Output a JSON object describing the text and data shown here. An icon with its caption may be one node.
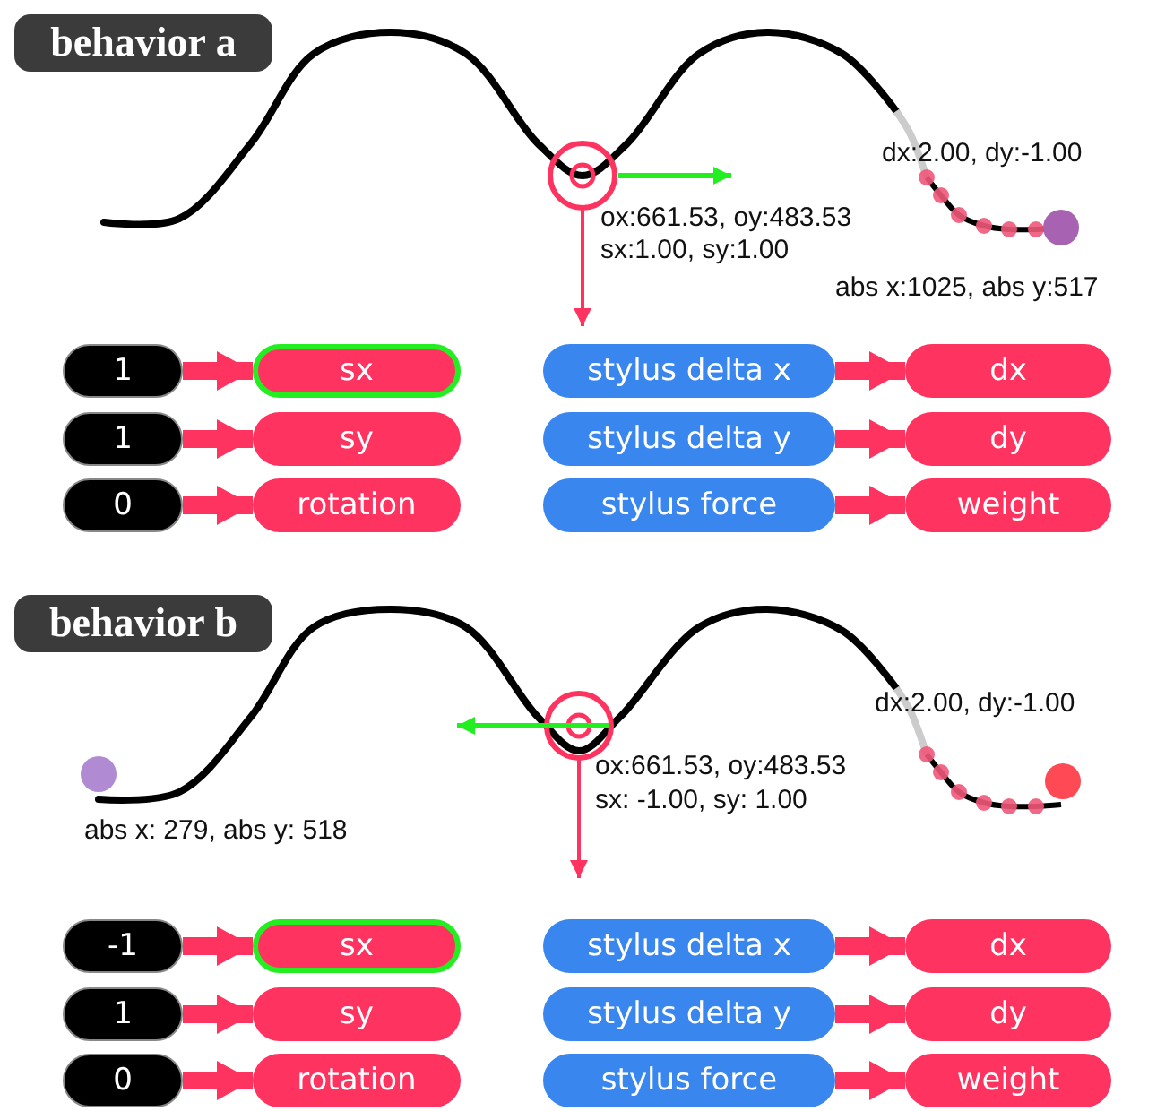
{
  "diagram": {
    "nodes": [
      {
        "text": [
          "behavior a"
        ]
      },
      {
        "text": [
          "1"
        ]
      },
      {
        "text": [
          "sx"
        ]
      },
      {
        "text": [
          "stylus delta x"
        ]
      },
      {
        "text": [
          "dx"
        ]
      },
      {
        "text": [
          "1"
        ]
      },
      {
        "text": [
          "sy"
        ]
      },
      {
        "text": [
          "stylus delta y"
        ]
      },
      {
        "text": [
          "dy"
        ]
      },
      {
        "text": [
          "0"
        ]
      },
      {
        "text": [
          "rotation"
        ]
      },
      {
        "text": [
          "stylus force"
        ]
      },
      {
        "text": [
          "weight"
        ]
      },
      {
        "text": [
          "behavior b"
        ]
      },
      {
        "text": [
          "-1"
        ]
      },
      {
        "text": [
          "sx"
        ]
      },
      {
        "text": [
          "stylus delta x"
        ]
      },
      {
        "text": [
          "dx"
        ]
      },
      {
        "text": [
          "1"
        ]
      },
      {
        "text": [
          "sy"
        ]
      },
      {
        "text": [
          "stylus delta y"
        ]
      },
      {
        "text": [
          "dy"
        ]
      },
      {
        "text": [
          "0"
        ]
      },
      {
        "text": [
          "rotation"
        ]
      },
      {
        "text": [
          "stylus force"
        ]
      },
      {
        "text": [
          "weight"
        ]
      }
    ],
    "edges": [
      {
        "from": 1,
        "to": 2,
        "arrow": "to"
      },
      {
        "from": 3,
        "to": 4,
        "arrow": "to"
      },
      {
        "from": 5,
        "to": 6,
        "arrow": "to"
      },
      {
        "from": 7,
        "to": 8,
        "arrow": "to"
      },
      {
        "from": 9,
        "to": 10,
        "arrow": "to"
      },
      {
        "from": 11,
        "to": 12,
        "arrow": "to"
      },
      {
        "from": 14,
        "to": 15,
        "arrow": "to"
      },
      {
        "from": 16,
        "to": 17,
        "arrow": "to"
      },
      {
        "from": 18,
        "to": 19,
        "arrow": "to"
      },
      {
        "from": 20,
        "to": 21,
        "arrow": "to"
      },
      {
        "from": 22,
        "to": 23,
        "arrow": "to"
      },
      {
        "from": 24,
        "to": 25,
        "arrow": "to"
      }
    ],
    "labels": [
      "dx:2.00, dy:-1.00",
      "ox:661.53, oy:483.53",
      "sx:1.00, sy:1.00",
      "abs x:1025, abs y:517",
      "dx:2.00, dy:-1.00",
      "ox:661.53, oy:483.53",
      "sx: -1.00, sy: 1.00",
      "abs x: 279, abs y: 518"
    ]
  }
}
